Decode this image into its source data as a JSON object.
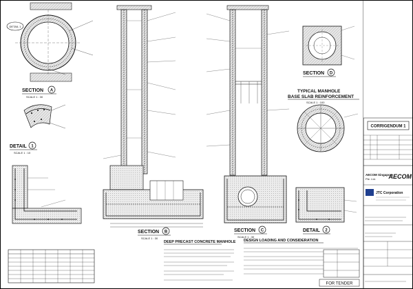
{
  "labels": {
    "section_a": "SECTION",
    "section_a_letter": "A",
    "section_a_scale": "SCALE 1 : 30",
    "detail_1_tag": "DETAIL 1",
    "detail_1": "DETAIL",
    "detail_1_number": "1",
    "detail_1_scale": "SCALE 1 : 10",
    "section_d": "SECTION",
    "section_d_letter": "D",
    "typical_title_1": "TYPICAL MANHOLE",
    "typical_title_2": "BASE SLAB REINFORCEMENT",
    "typical_scale": "SCALE 1 : 100",
    "section_b": "SECTION",
    "section_b_letter": "B",
    "section_b_scale": "SCALE 1 : 30",
    "section_c": "SECTION",
    "section_c_letter": "C",
    "section_c_scale": "SCALE 1 : 30",
    "deep_precast": "DEEP PRECAST CONCRETE MANHOLE",
    "design_loading": "DESIGN LOADING AND CONSIDERATION",
    "detail_2": "DETAIL",
    "detail_2_number": "2",
    "for_tender": "FOR TENDER"
  },
  "title_block": {
    "corrigendum": "CORRIGENDUM 1",
    "aecom_name": "AECOM Singapore",
    "aecom_sub": "Pte. Ltd.",
    "aecom_logo": "AECOM",
    "jtc_name": "JTC Corporation"
  },
  "colors": {
    "line": "#1a1a1a",
    "concrete_fill": "#d9d9d9",
    "rebar": "#000000",
    "jtc_blue": "#1f3f8f",
    "aecom_text": "#000000"
  }
}
